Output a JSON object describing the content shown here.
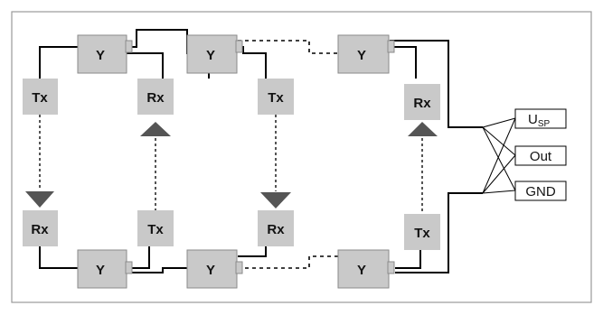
{
  "diagram": {
    "splitters": [
      "Y",
      "Y",
      "Y",
      "Y",
      "Y",
      "Y"
    ],
    "transmitters": [
      "Tx",
      "Tx",
      "Tx",
      "Tx"
    ],
    "receivers": [
      "Rx",
      "Rx",
      "Rx",
      "Rx"
    ],
    "terminals": {
      "supply": "U",
      "supply_subscript": "SP",
      "output": "Out",
      "ground": "GND"
    }
  },
  "colors": {
    "border": "#9a9a9a",
    "box_fill": "#c9c9c9",
    "box_stroke": "#8a8a8a",
    "beam": "#555555",
    "wire": "#000000"
  }
}
